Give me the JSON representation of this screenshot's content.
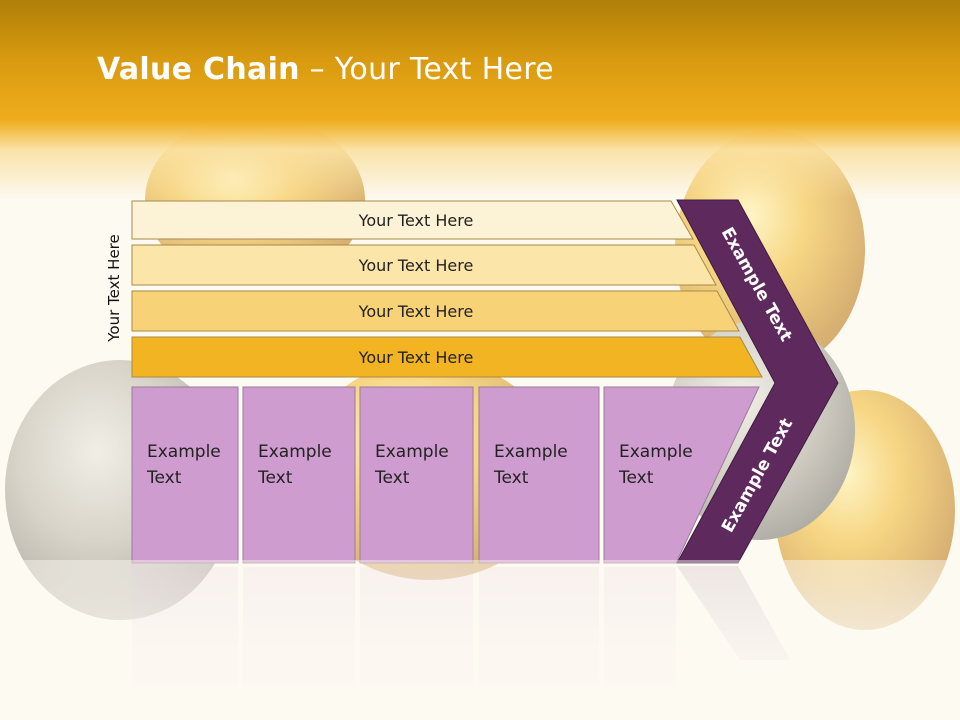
{
  "slide": {
    "title_bold": "Value Chain",
    "title_rest": " – Your Text Here",
    "side_label": "Your Text Here"
  },
  "bars": [
    {
      "label": "Your Text Here",
      "color": "#fcf2d6"
    },
    {
      "label": "Your Text Here",
      "color": "#fbe5a8"
    },
    {
      "label": "Your Text Here",
      "color": "#f8d277"
    },
    {
      "label": "Your Text Here",
      "color": "#f3b424"
    }
  ],
  "boxes": [
    {
      "line1": "Example",
      "line2": "Text"
    },
    {
      "line1": "Example",
      "line2": "Text"
    },
    {
      "line1": "Example",
      "line2": "Text"
    },
    {
      "line1": "Example",
      "line2": "Text"
    },
    {
      "line1": "Example",
      "line2": "Text"
    }
  ],
  "chevron": {
    "top_label": "Example Text",
    "bottom_label": "Example Text",
    "color": "#5e2a5e"
  },
  "colors": {
    "box_fill": "#cf9ccf",
    "header": "#e9a716"
  }
}
